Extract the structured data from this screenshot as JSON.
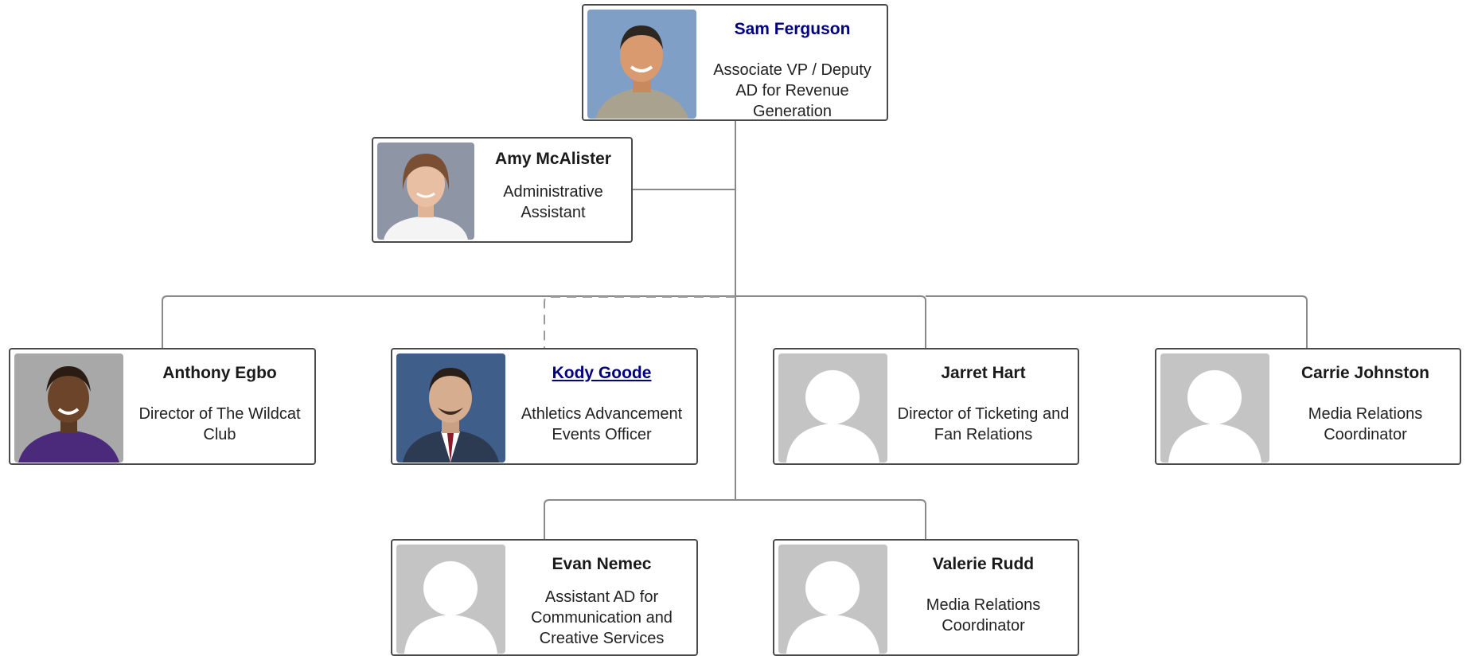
{
  "nodes": {
    "sam": {
      "name": "Sam Ferguson",
      "title": "Associate VP / Deputy AD for Revenue Generation",
      "photo": "portrait"
    },
    "amy": {
      "name": "Amy McAlister",
      "title": "Administrative Assistant",
      "photo": "portrait"
    },
    "anthony": {
      "name": "Anthony Egbo",
      "title": "Director of The Wildcat Club",
      "photo": "portrait"
    },
    "kody": {
      "name": "Kody Goode",
      "title": "Athletics Advancement Events Officer",
      "photo": "portrait"
    },
    "jarret": {
      "name": "Jarret Hart",
      "title": "Director of Ticketing and Fan Relations",
      "photo": "placeholder-avatar"
    },
    "carrie": {
      "name": "Carrie Johnston",
      "title": "Media Relations Coordinator",
      "photo": "placeholder-avatar"
    },
    "evan": {
      "name": "Evan Nemec",
      "title": "Assistant AD for Communication and Creative Services",
      "photo": "placeholder-avatar"
    },
    "valerie": {
      "name": "Valerie Rudd",
      "title": "Media Relations Coordinator",
      "photo": "placeholder-avatar"
    }
  },
  "colors": {
    "border": "#4a4a4a",
    "connector": "#8a8a8a",
    "link_name": "#000080",
    "placeholder_bg": "#c4c4c4",
    "placeholder_fg": "#ffffff"
  }
}
